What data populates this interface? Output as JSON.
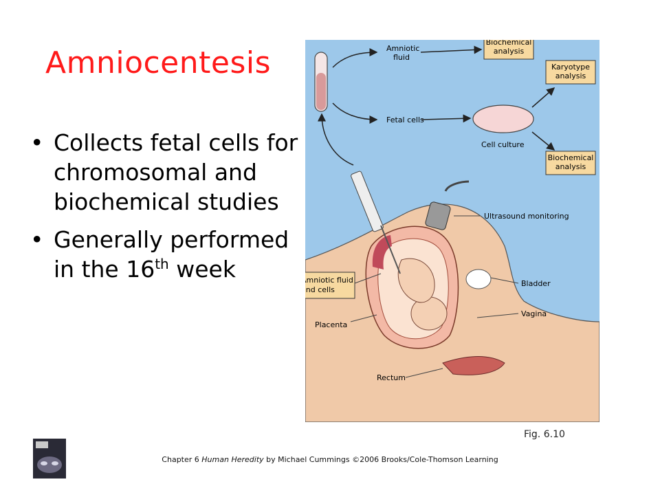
{
  "slide": {
    "title": "Amniocentesis",
    "bullets": [
      {
        "text": "Collects fetal cells for chromosomal and biochemical studies"
      },
      {
        "text_main": "Generally performed in the 16",
        "sup": "th",
        "text_tail": " week"
      }
    ]
  },
  "figure": {
    "labels": {
      "amniotic_fluid": [
        "Amniotic",
        "fluid"
      ],
      "fetal_cells": "Fetal cells",
      "biochemical_analysis_top": [
        "Biochemical",
        "analysis"
      ],
      "karyotype_analysis": [
        "Karyotype",
        "analysis"
      ],
      "cell_culture": "Cell culture",
      "biochemical_analysis_bottom": [
        "Biochemical",
        "analysis"
      ],
      "ultrasound_monitoring": "Ultrasound monitoring",
      "amniotic_fluid_and_cells": [
        "Amniotic fluid",
        "and cells"
      ],
      "bladder": "Bladder",
      "vagina": "Vagina",
      "placenta": "Placenta",
      "rectum": "Rectum"
    },
    "caption": "Fig. 6.10"
  },
  "footer": {
    "prefix": "Chapter 6",
    "book_title": "Human Heredity",
    "suffix": "by Michael Cummings ©2006 Brooks/Cole-Thomson Learning"
  },
  "colors": {
    "title": "#ff1a1a",
    "figure_bg": "#9dc8ea",
    "label_box": "#f7d9a0",
    "skin": "#f0c9a8"
  }
}
